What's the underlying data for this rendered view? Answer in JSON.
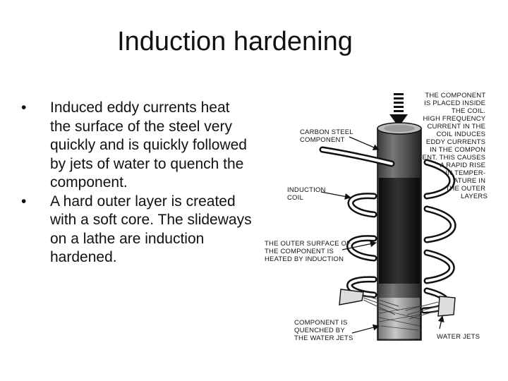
{
  "title": "Induction hardening",
  "bullets": [
    "Induced eddy currents heat the surface of the steel very quickly and is quickly followed by jets of water to quench the component.",
    "A hard outer layer is created with a soft core. The slideways on a lathe are induction hardened."
  ],
  "diagram": {
    "labels": {
      "carbon_steel": [
        "CARBON STEEL",
        "COMPONENT"
      ],
      "induction_coil": [
        "INDUCTION",
        "COIL"
      ],
      "outer_surface": [
        "THE OUTER SURFACE OF",
        "THE COMPONENT IS",
        "HEATED BY INDUCTION"
      ],
      "quenched": [
        "COMPONENT IS",
        "QUENCHED BY",
        "THE WATER JETS"
      ],
      "water_jets": [
        "WATER JETS"
      ],
      "explanation": [
        "THE COMPONENT",
        "IS PLACED INSIDE",
        "THE COIL.",
        "HIGH FREQUENCY",
        "CURRENT IN THE",
        "COIL INDUCES",
        "EDDY CURRENTS",
        "IN THE COMPON",
        "ENT. THIS CAUSES",
        "A RAPID RISE",
        "IN TEMPER-",
        "ATURE IN",
        "THE OUTER",
        "LAYERS"
      ]
    }
  }
}
